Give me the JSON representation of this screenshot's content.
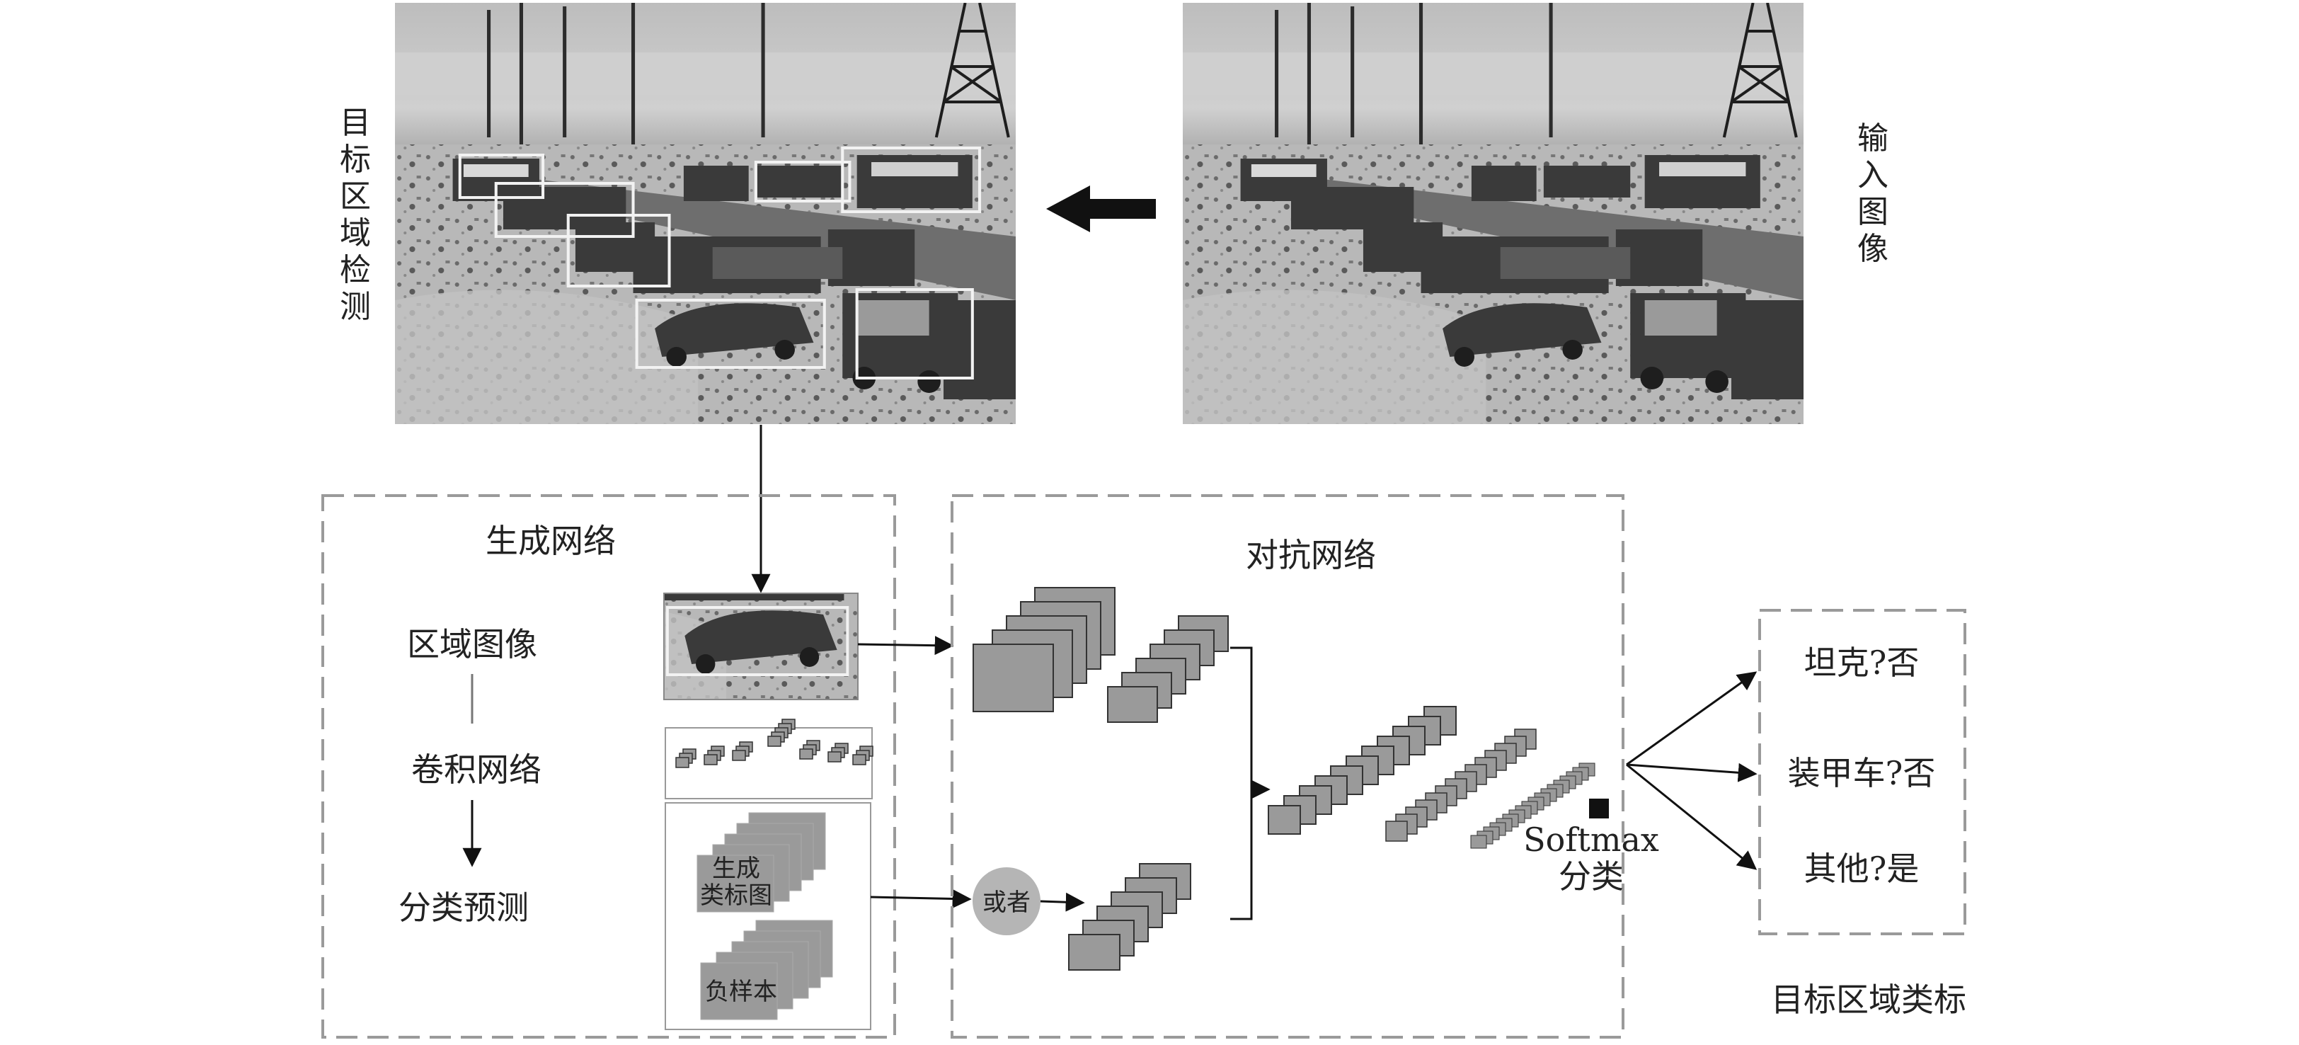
{
  "labels": {
    "detection_vertical": [
      "目",
      "标",
      "区",
      "域",
      "检",
      "测"
    ],
    "input_vertical": [
      "输",
      "入",
      "图",
      "像"
    ],
    "generator_title": "生成网络",
    "region_image": "区域图像",
    "conv_net": "卷积网络",
    "class_pred": "分类预测",
    "gen_label_map_line1": "生成",
    "gen_label_map_line2": "类标图",
    "negative_sample": "负样本",
    "or": "或者",
    "adversarial_title": "对抗网络",
    "softmax": "Softmax",
    "classify": "分类",
    "out_tank": "坦克?否",
    "out_apc": "装甲车?否",
    "out_other": "其他?是",
    "target_region_label": "目标区域类标"
  },
  "colors": {
    "photo_dark": "#2a2a2a",
    "photo_mid": "#7d7d7d",
    "photo_light": "#c9c9c9",
    "block_fill": "#9a9a9a",
    "block_stroke": "#333333",
    "dash_stroke": "#9a9a9a",
    "or_circle": "#b5b5b5",
    "arrow": "#111111"
  }
}
